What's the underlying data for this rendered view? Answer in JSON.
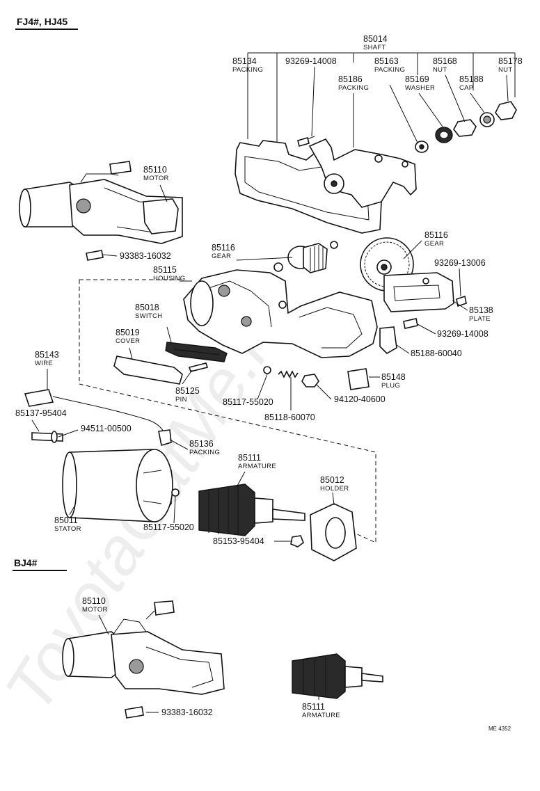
{
  "watermark": "ToyotaCatMe.ru",
  "sections": {
    "top": "FJ4#, HJ45",
    "bottom": "BJ4#"
  },
  "code": "ME 4352",
  "callouts": [
    {
      "id": "c01",
      "number": "85014",
      "name": "SHAFT"
    },
    {
      "id": "c02",
      "number": "85134",
      "name": "PACKING"
    },
    {
      "id": "c03",
      "number": "93269-14008",
      "name": ""
    },
    {
      "id": "c04",
      "number": "85163",
      "name": "PACKING"
    },
    {
      "id": "c05",
      "number": "85168",
      "name": "NUT"
    },
    {
      "id": "c06",
      "number": "85178",
      "name": "NUT"
    },
    {
      "id": "c07",
      "number": "85186",
      "name": "PACKING"
    },
    {
      "id": "c08",
      "number": "85169",
      "name": "WASHER"
    },
    {
      "id": "c09",
      "number": "85188",
      "name": "CAP"
    },
    {
      "id": "c10",
      "number": "85110",
      "name": "MOTOR"
    },
    {
      "id": "c11",
      "number": "93383-16032",
      "name": ""
    },
    {
      "id": "c12",
      "number": "85116",
      "name": "GEAR"
    },
    {
      "id": "c13",
      "number": "85116",
      "name": "GEAR"
    },
    {
      "id": "c14",
      "number": "85115",
      "name": "HOUSING"
    },
    {
      "id": "c15",
      "number": "93269-13006",
      "name": ""
    },
    {
      "id": "c16",
      "number": "85018",
      "name": "SWITCH"
    },
    {
      "id": "c17",
      "number": "85019",
      "name": "COVER"
    },
    {
      "id": "c18",
      "number": "85138",
      "name": "PLATE"
    },
    {
      "id": "c19",
      "number": "93269-14008",
      "name": ""
    },
    {
      "id": "c20",
      "number": "85188-60040",
      "name": ""
    },
    {
      "id": "c21",
      "number": "85143",
      "name": "WIRE"
    },
    {
      "id": "c22",
      "number": "85125",
      "name": "PIN"
    },
    {
      "id": "c23",
      "number": "85148",
      "name": "PLUG"
    },
    {
      "id": "c24",
      "number": "85117-55020",
      "name": ""
    },
    {
      "id": "c25",
      "number": "94120-40600",
      "name": ""
    },
    {
      "id": "c26",
      "number": "85118-60070",
      "name": ""
    },
    {
      "id": "c27",
      "number": "85137-95404",
      "name": ""
    },
    {
      "id": "c28",
      "number": "94511-00500",
      "name": ""
    },
    {
      "id": "c29",
      "number": "85136",
      "name": "PACKING"
    },
    {
      "id": "c30",
      "number": "85111",
      "name": "ARMATURE"
    },
    {
      "id": "c31",
      "number": "85012",
      "name": "HOLDER"
    },
    {
      "id": "c32",
      "number": "85011",
      "name": "STATOR"
    },
    {
      "id": "c33",
      "number": "85117-55020",
      "name": ""
    },
    {
      "id": "c34",
      "number": "85153-95404",
      "name": ""
    },
    {
      "id": "c35",
      "number": "85110",
      "name": "MOTOR"
    },
    {
      "id": "c36",
      "number": "93383-16032",
      "name": ""
    },
    {
      "id": "c37",
      "number": "85111",
      "name": "ARMATURE"
    }
  ]
}
